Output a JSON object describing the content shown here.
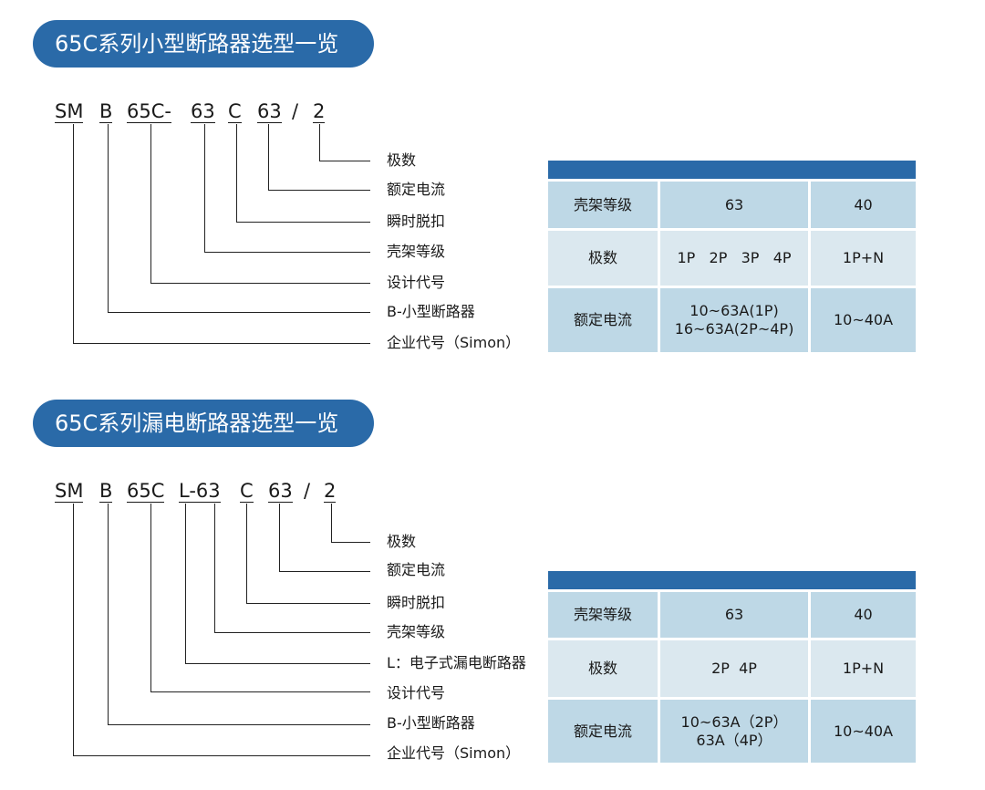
{
  "sections": [
    {
      "title": "65C系列小型断路器选型一览",
      "code": {
        "s1": "SM",
        "s2": "B",
        "s3": "65C-",
        "s4": "63",
        "s5": "C",
        "s6": "63",
        "sep": "/",
        "s7": "2"
      },
      "labels": [
        "极数",
        "额定电流",
        "瞬时脱扣",
        "壳架等级",
        "设计代号",
        "B-小型断路器",
        "企业代号（Simon）"
      ],
      "table": {
        "rows": [
          {
            "label": "壳架等级",
            "col1": "63",
            "col2": "40"
          },
          {
            "label": "极数",
            "col1": "1P   2P   3P   4P",
            "col2": "1P+N"
          },
          {
            "label": "额定电流",
            "col1_line1": "10~63A(1P)",
            "col1_line2": "16~63A(2P~4P)",
            "col2": "10~40A"
          }
        ]
      }
    },
    {
      "title": "65C系列漏电断路器选型一览",
      "code": {
        "s1": "SM",
        "s2": "B",
        "s3": "65C",
        "s4": "L-63",
        "s5": "C",
        "s6": "63",
        "sep": "/",
        "s7": "2"
      },
      "labels": [
        "极数",
        "额定电流",
        "瞬时脱扣",
        "壳架等级",
        "L：电子式漏电断路器",
        "设计代号",
        "B-小型断路器",
        "企业代号（Simon）"
      ],
      "table": {
        "rows": [
          {
            "label": "壳架等级",
            "col1": "63",
            "col2": "40"
          },
          {
            "label": "极数",
            "col1": "2P  4P",
            "col2": "1P+N"
          },
          {
            "label": "额定电流",
            "col1_line1": "10~63A（2P）",
            "col1_line2": "63A（4P）",
            "col2": "10~40A"
          }
        ]
      }
    }
  ]
}
